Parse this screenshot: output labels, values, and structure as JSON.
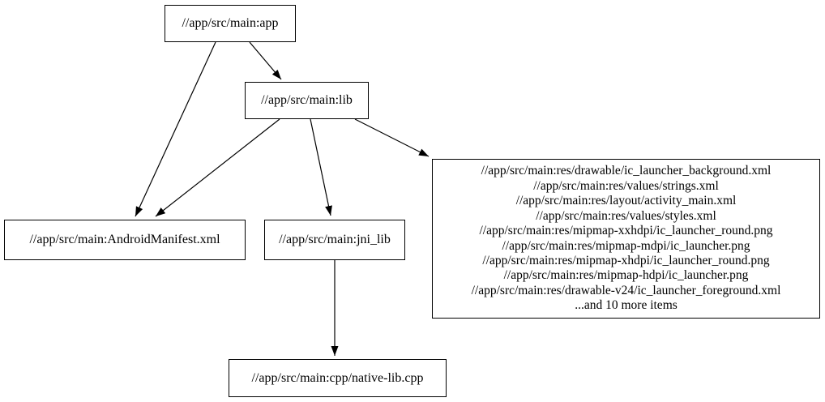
{
  "diagram": {
    "type": "dependency-graph",
    "background_color": "#ffffff",
    "stroke_color": "#000000",
    "text_color": "#000000",
    "nodes": {
      "app": {
        "label": "//app/src/main:app"
      },
      "lib": {
        "label": "//app/src/main:lib"
      },
      "manifest": {
        "label": "//app/src/main:AndroidManifest.xml"
      },
      "jni": {
        "label": "//app/src/main:jni_lib"
      },
      "native": {
        "label": "//app/src/main:cpp/native-lib.cpp"
      },
      "resources": {
        "lines": [
          "//app/src/main:res/drawable/ic_launcher_background.xml",
          "//app/src/main:res/values/strings.xml",
          "//app/src/main:res/layout/activity_main.xml",
          "//app/src/main:res/values/styles.xml",
          "//app/src/main:res/mipmap-xxhdpi/ic_launcher_round.png",
          "//app/src/main:res/mipmap-mdpi/ic_launcher.png",
          "//app/src/main:res/mipmap-xhdpi/ic_launcher_round.png",
          "//app/src/main:res/mipmap-hdpi/ic_launcher.png",
          "//app/src/main:res/drawable-v24/ic_launcher_foreground.xml",
          "...and 10 more items"
        ]
      }
    },
    "edges": [
      {
        "from": "//app/src/main:app",
        "to": "//app/src/main:lib"
      },
      {
        "from": "//app/src/main:app",
        "to": "//app/src/main:AndroidManifest.xml"
      },
      {
        "from": "//app/src/main:lib",
        "to": "//app/src/main:AndroidManifest.xml"
      },
      {
        "from": "//app/src/main:lib",
        "to": "//app/src/main:jni_lib"
      },
      {
        "from": "//app/src/main:lib",
        "to": "resources-group"
      },
      {
        "from": "//app/src/main:jni_lib",
        "to": "//app/src/main:cpp/native-lib.cpp"
      }
    ]
  }
}
